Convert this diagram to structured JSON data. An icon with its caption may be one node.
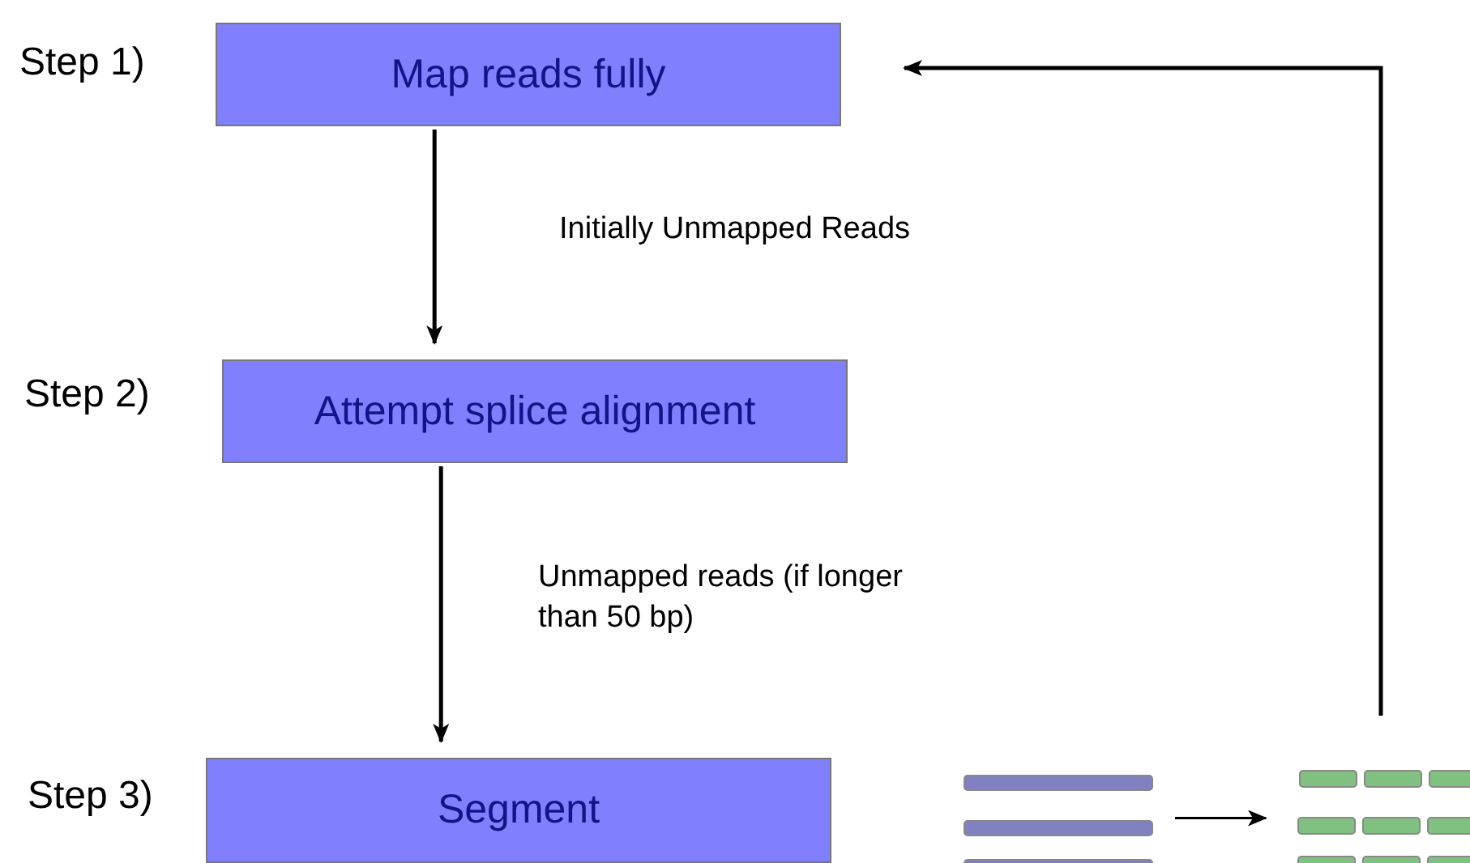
{
  "diagram": {
    "nodes": [
      {
        "text": [
          "Map reads fully"
        ],
        "beside": [
          "Step 1)"
        ]
      },
      {
        "text": [
          "Attempt splice alignment"
        ],
        "beside": [
          "Step 2)"
        ]
      },
      {
        "text": [
          "Segment"
        ],
        "beside": [
          "Step 3)"
        ]
      },
      {
        "text": [],
        "shape": "picture"
      },
      {
        "text": [],
        "shape": "picture"
      }
    ],
    "edges": [
      {
        "from": 0,
        "to": 1,
        "arrow": "to",
        "label": "Initially Unmapped Reads"
      },
      {
        "from": 1,
        "to": 2,
        "arrow": "to",
        "label": "Unmapped reads (if longer than 50 bp)"
      },
      {
        "from": 3,
        "to": 4,
        "arrow": "to"
      },
      {
        "from": 4,
        "to": 0,
        "arrow": "to"
      }
    ]
  }
}
